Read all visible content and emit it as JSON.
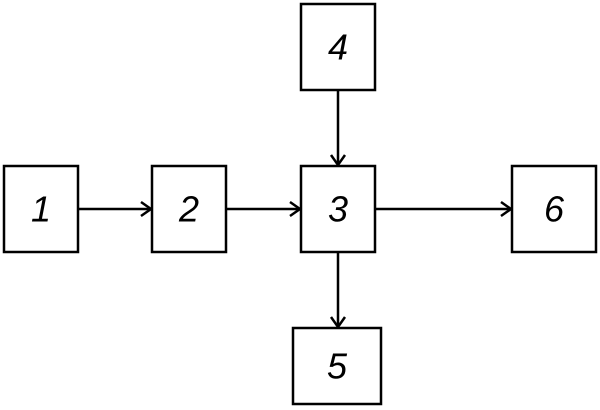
{
  "diagram": {
    "blocks": [
      {
        "id": "1",
        "label": "1"
      },
      {
        "id": "2",
        "label": "2"
      },
      {
        "id": "3",
        "label": "3"
      },
      {
        "id": "4",
        "label": "4"
      },
      {
        "id": "5",
        "label": "5"
      },
      {
        "id": "6",
        "label": "6"
      }
    ],
    "connections": [
      {
        "from": "1",
        "to": "2"
      },
      {
        "from": "2",
        "to": "3"
      },
      {
        "from": "4",
        "to": "3"
      },
      {
        "from": "3",
        "to": "6"
      },
      {
        "from": "3",
        "to": "5"
      }
    ]
  }
}
